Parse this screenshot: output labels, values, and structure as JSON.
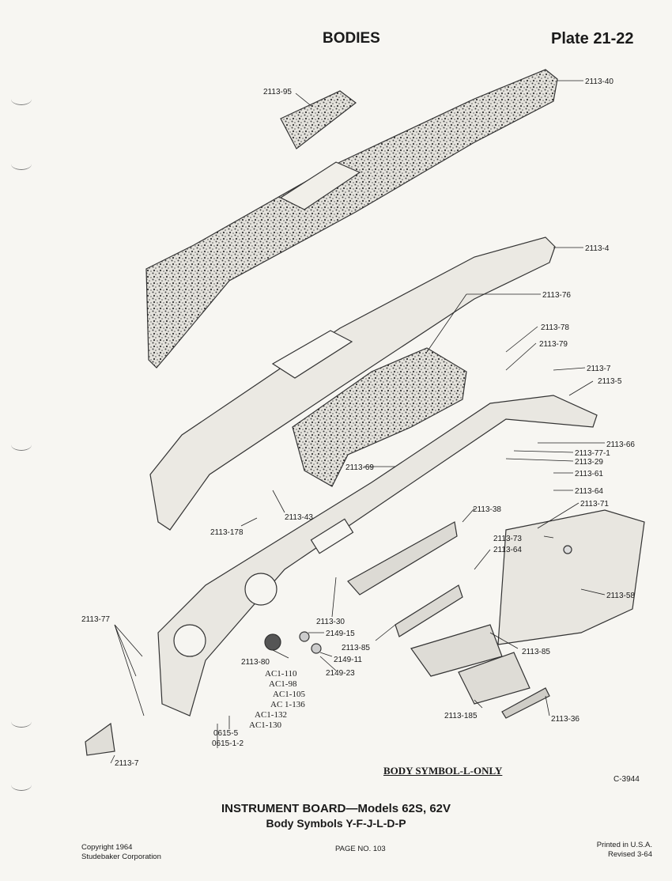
{
  "header": {
    "section": "BODIES",
    "plate": "Plate 21-22"
  },
  "parts": [
    "2113-95",
    "2113-40",
    "2113-4",
    "2113-76",
    "2113-78",
    "2113-79",
    "2113-7",
    "2113-5",
    "2113-66",
    "2113-77-1",
    "2113-29",
    "2113-61",
    "2113-69",
    "2113-43",
    "2113-178",
    "2113-38",
    "2113-64",
    "2113-71",
    "2113-73",
    "2113-64",
    "2113-58",
    "2113-77",
    "2113-30",
    "2149-15",
    "2113-85",
    "2149-11",
    "2113-80",
    "2149-23",
    "AC1-110",
    "AC1-98",
    "AC1-105",
    "AC 1-136",
    "AC1-132",
    "AC1-130",
    "0615-5",
    "0615-1-2",
    "2113-85",
    "2113-185",
    "2113-36",
    "2113-7"
  ],
  "note": "BODY SYMBOL-L-ONLY",
  "drawing_number": "C-3944",
  "title": {
    "line1": "INSTRUMENT BOARD—Models 62S, 62V",
    "line2": "Body Symbols Y-F-J-L-D-P"
  },
  "footer": {
    "copyright_line1": "Copyright 1964",
    "copyright_line2": "Studebaker Corporation",
    "page": "PAGE NO. 103",
    "printed_line1": "Printed in U.S.A.",
    "printed_line2": "Revised 3-64"
  }
}
